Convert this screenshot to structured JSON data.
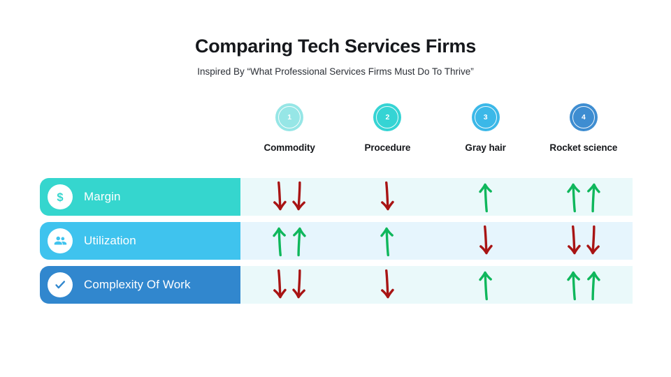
{
  "header": {
    "title": "Comparing Tech Services Firms",
    "subtitle": "Inspired By “What Professional Services Firms Must Do To Thrive”"
  },
  "columns": [
    {
      "number": "1",
      "label": "Commodity",
      "color": "#96E6E6"
    },
    {
      "number": "2",
      "label": "Procedure",
      "color": "#35D4D4"
    },
    {
      "number": "3",
      "label": "Gray hair",
      "color": "#3BB8E8"
    },
    {
      "number": "4",
      "label": "Rocket science",
      "color": "#3E8DD1"
    }
  ],
  "rows": [
    {
      "label": "Margin",
      "icon": "dollar-icon",
      "pill_color": "#35D6CE",
      "strip_color": "#EAF9FA",
      "cells": [
        {
          "direction": "down",
          "count": 2
        },
        {
          "direction": "down",
          "count": 1
        },
        {
          "direction": "up",
          "count": 1
        },
        {
          "direction": "up",
          "count": 2
        }
      ]
    },
    {
      "label": "Utilization",
      "icon": "users-icon",
      "pill_color": "#3FC3EE",
      "strip_color": "#E6F5FD",
      "cells": [
        {
          "direction": "up",
          "count": 2
        },
        {
          "direction": "up",
          "count": 1
        },
        {
          "direction": "down",
          "count": 1
        },
        {
          "direction": "down",
          "count": 2
        }
      ]
    },
    {
      "label": "Complexity Of Work",
      "icon": "check-icon",
      "pill_color": "#3187CE",
      "strip_color": "#EAF9FA",
      "cells": [
        {
          "direction": "down",
          "count": 2
        },
        {
          "direction": "down",
          "count": 1
        },
        {
          "direction": "up",
          "count": 1
        },
        {
          "direction": "up",
          "count": 2
        }
      ]
    }
  ],
  "colors": {
    "arrow_up": "#0FB75C",
    "arrow_down": "#A81414",
    "text_dark": "#16181c",
    "background": "#FFFFFF"
  }
}
